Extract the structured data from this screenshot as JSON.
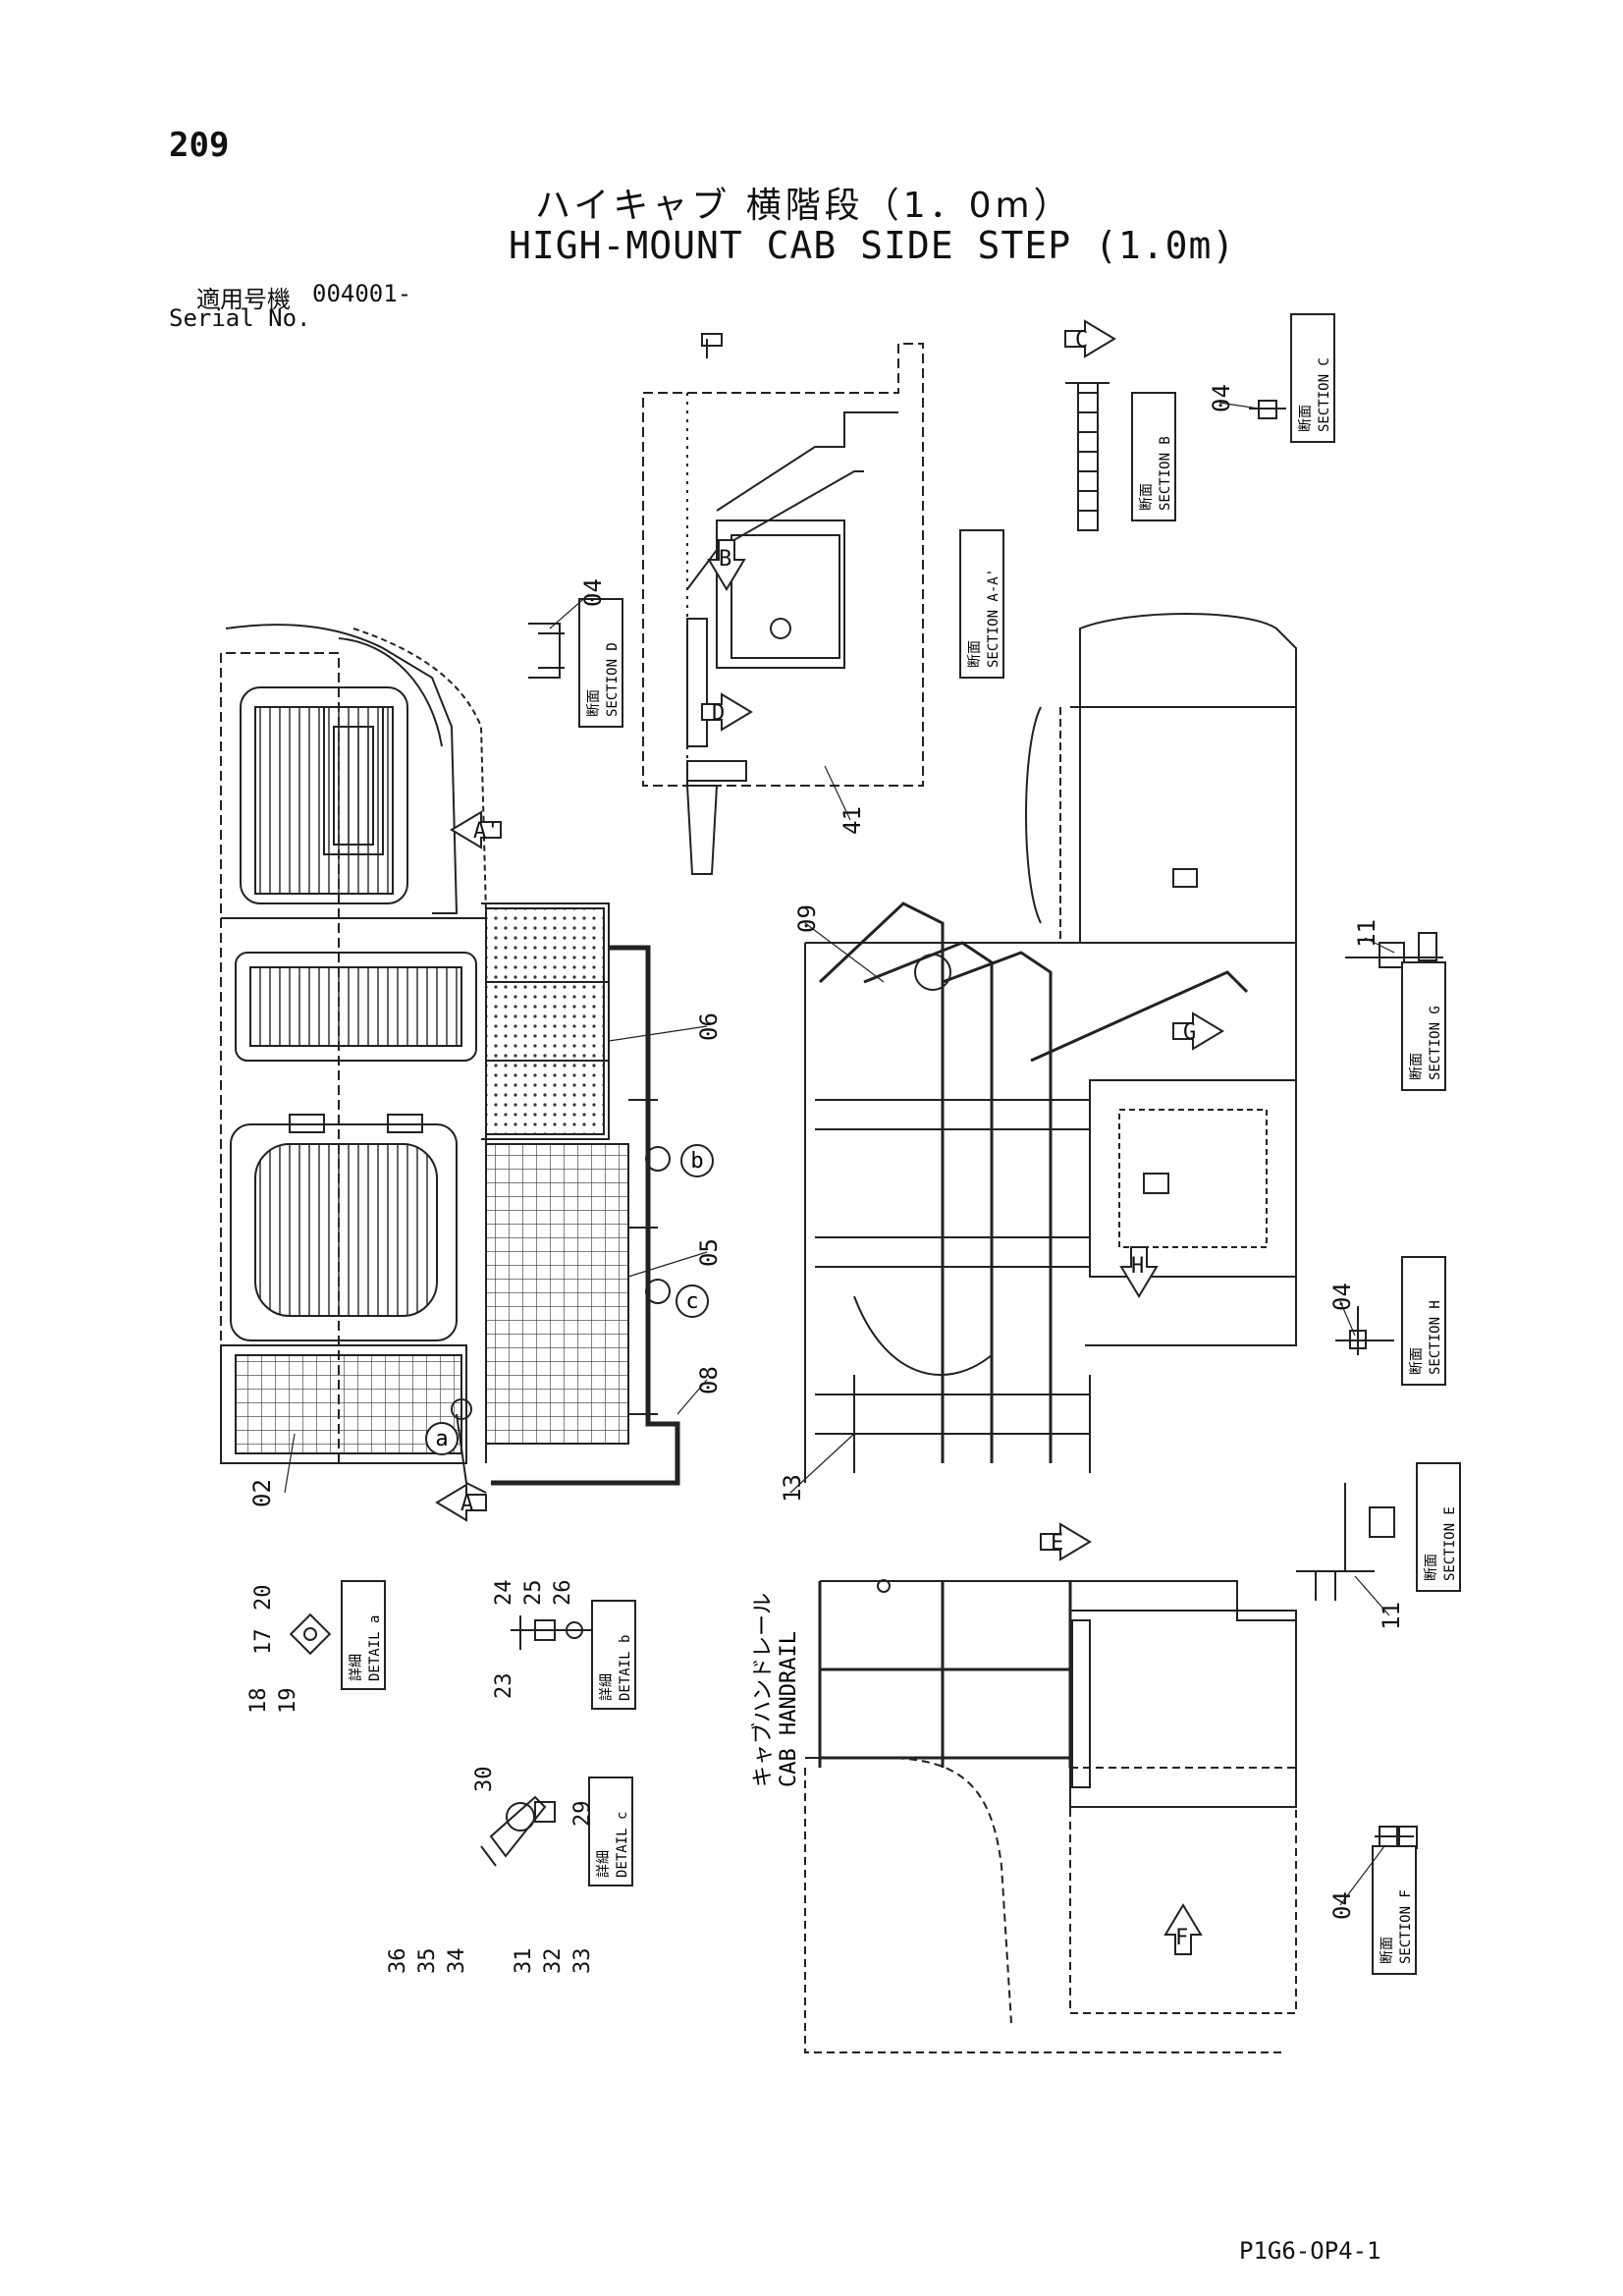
{
  "header": {
    "page_number": "209",
    "title_jp": "ハイキャブ 横階段（1．0m）",
    "title_en": "HIGH-MOUNT CAB SIDE STEP (1.0m)",
    "serial_label_jp": "適用号機",
    "serial_value": "004001-",
    "serial_label_en": "Serial No."
  },
  "footer": {
    "page_code": "P1G6-OP4-1"
  },
  "diagram": {
    "section_jp": "断面",
    "detail_jp": "詳細",
    "sections": {
      "a_a": "SECTION A-A'",
      "b": "SECTION B",
      "c": "SECTION C",
      "d": "SECTION D",
      "e": "SECTION E",
      "f": "SECTION F",
      "g": "SECTION G",
      "h": "SECTION H"
    },
    "details": {
      "a": "DETAIL a",
      "b": "DETAIL b",
      "c": "DETAIL c"
    },
    "view_arrows": [
      "A",
      "A'",
      "B",
      "C",
      "D",
      "E",
      "F",
      "G",
      "H"
    ],
    "detail_circles": [
      "a",
      "b",
      "c"
    ],
    "part_numbers": {
      "p02": "02",
      "p04a": "04",
      "p04b": "04",
      "p04c": "04",
      "p04d": "04",
      "p05": "05",
      "p06": "06",
      "p08": "08",
      "p09": "09",
      "p11a": "11",
      "p11b": "11",
      "p13": "13",
      "p41": "41",
      "p17": "17",
      "p18": "18",
      "p19": "19",
      "p20": "20",
      "p23": "23",
      "p24": "24",
      "p25": "25",
      "p26": "26",
      "p29": "29",
      "p30": "30",
      "p31": "31",
      "p32": "32",
      "p33": "33",
      "p34": "34",
      "p35": "35",
      "p36": "36"
    },
    "handrail_jp": "キャブハンドレール",
    "handrail_en": "CAB HANDRAIL"
  }
}
